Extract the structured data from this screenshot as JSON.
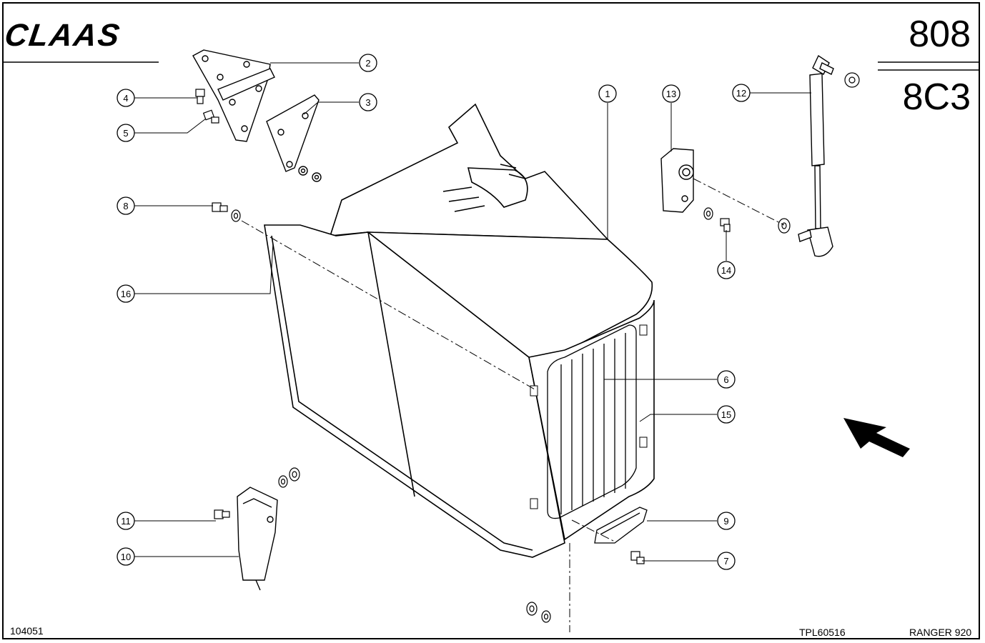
{
  "header": {
    "brand": "CLAAS",
    "sheet_number": "808",
    "sheet_code": "8C3"
  },
  "footer": {
    "drawing_id": "104051",
    "reference": "TPL60516",
    "model": "RANGER 920"
  },
  "callouts": [
    "1",
    "2",
    "3",
    "4",
    "5",
    "6",
    "7",
    "8",
    "9",
    "10",
    "11",
    "12",
    "13",
    "14",
    "15",
    "16"
  ],
  "icons": {
    "direction": "arrow-up-left-icon",
    "brand_logo": "claas-logo"
  }
}
